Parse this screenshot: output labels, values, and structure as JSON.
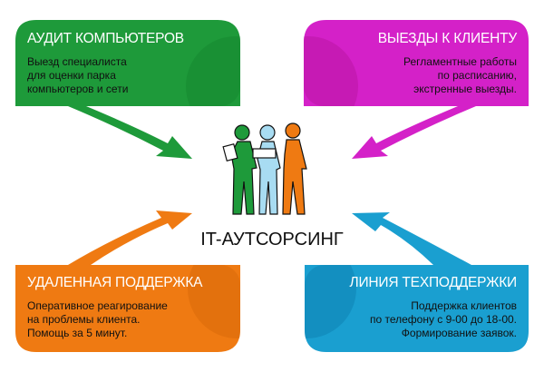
{
  "center_title": "IT-АУТСОРСИНГ",
  "cards": [
    {
      "title": "АУДИТ КОМПЬЮТЕРОВ",
      "lines": [
        "Выезд специалиста",
        "для оценки парка",
        "компьютеров и сети"
      ],
      "color": "#1e9a3a"
    },
    {
      "title": "ВЫЕЗДЫ К КЛИЕНТУ",
      "lines": [
        "Регламентные работы",
        "по расписанию,",
        "экстренные выезды."
      ],
      "color": "#d421c8"
    },
    {
      "title": "УДАЛЕННАЯ ПОДДЕРЖКА",
      "lines": [
        "Оперативное реагирование",
        "на проблемы клиента.",
        "Помощь за 5 минут."
      ],
      "color": "#ef7a12"
    },
    {
      "title": "ЛИНИЯ ТЕХПОДДЕРЖКИ",
      "lines": [
        "Поддержка клиентов",
        "по телефону с 9-00 до 18-00.",
        "Формирование заявок."
      ],
      "color": "#1a9fd0"
    }
  ]
}
